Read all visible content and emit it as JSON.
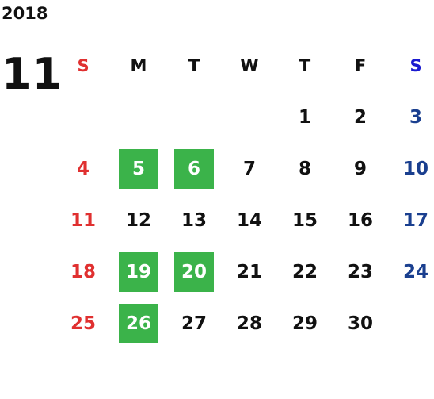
{
  "year": "2018",
  "month": "11",
  "weekdays": [
    "S",
    "M",
    "T",
    "W",
    "T",
    "F",
    "S"
  ],
  "highlight_color": "#3bb34a",
  "sunday_color": "#e03030",
  "saturday_color": "#1a3f8f",
  "weeks": [
    [
      "",
      "",
      "",
      "",
      "1",
      "2",
      "3"
    ],
    [
      "4",
      "5",
      "6",
      "7",
      "8",
      "9",
      "10"
    ],
    [
      "11",
      "12",
      "13",
      "14",
      "15",
      "16",
      "17"
    ],
    [
      "18",
      "19",
      "20",
      "21",
      "22",
      "23",
      "24"
    ],
    [
      "25",
      "26",
      "27",
      "28",
      "29",
      "30",
      ""
    ]
  ],
  "highlighted_days": [
    "5",
    "6",
    "19",
    "20",
    "26"
  ]
}
